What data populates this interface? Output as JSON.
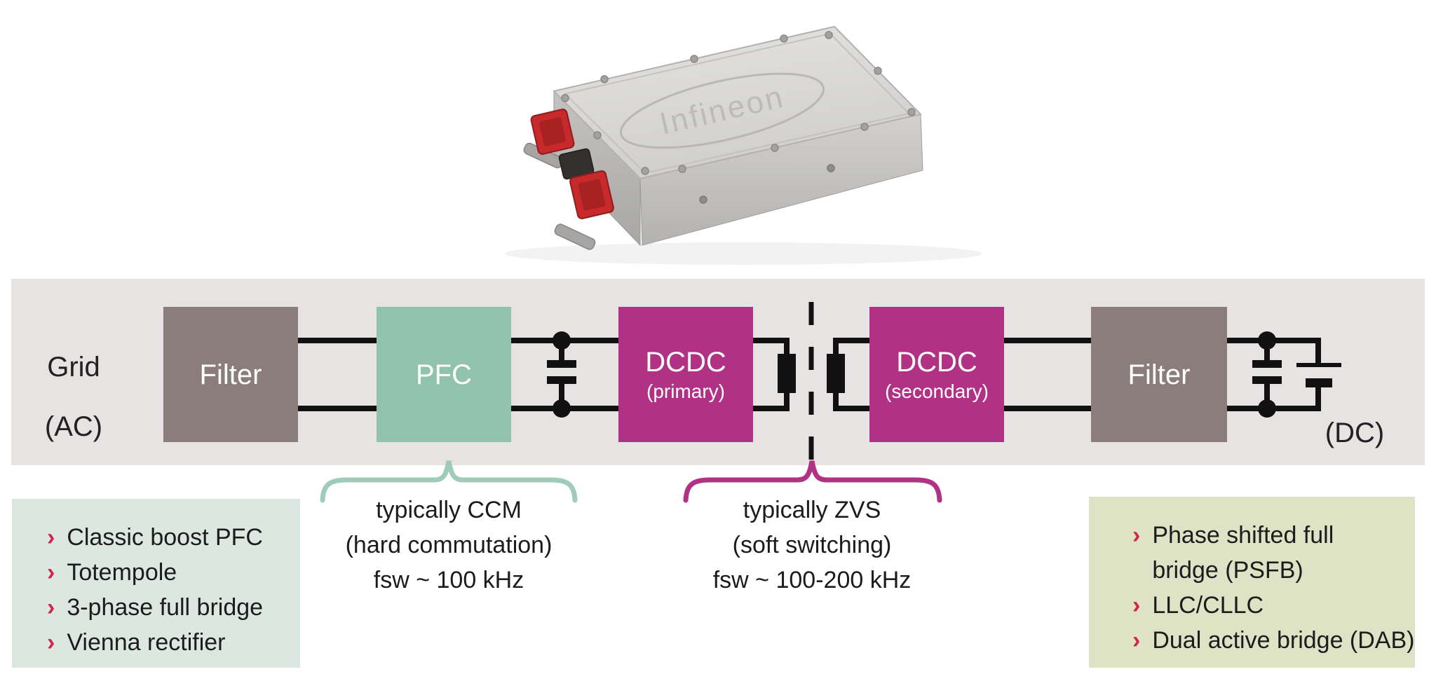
{
  "photo": {
    "logo_text": "Infineon"
  },
  "diagram": {
    "grid_label": {
      "line1": "Grid",
      "line2": "(AC)"
    },
    "dc_label": "(DC)",
    "blocks": [
      {
        "label": "Filter"
      },
      {
        "label": "PFC"
      },
      {
        "label": "DCDC",
        "sublabel": "(primary)"
      },
      {
        "label": "DCDC",
        "sublabel": "(secondary)"
      },
      {
        "label": "Filter"
      }
    ],
    "symbols": [
      "dc-link-capacitor",
      "isolation-transformer",
      "isolation-barrier-dashed-line",
      "output-capacitor",
      "dc-source-battery"
    ]
  },
  "annotations": {
    "pfc": {
      "lines": [
        "typically CCM",
        "(hard commutation)",
        "fsw ~ 100 kHz"
      ]
    },
    "dcdc": {
      "lines": [
        "typically ZVS",
        "(soft switching)",
        "fsw ~ 100-200 kHz"
      ]
    }
  },
  "lists": {
    "bullet": "›",
    "pfc_topologies": {
      "items": [
        "Classic boost PFC",
        "Totempole",
        "3-phase full bridge",
        "Vienna rectifier"
      ],
      "rows": [
        {
          "bullet": true,
          "text": "Classic boost PFC"
        },
        {
          "bullet": true,
          "text": "Totempole"
        },
        {
          "bullet": true,
          "text": "3-phase full bridge"
        },
        {
          "bullet": true,
          "text": "Vienna rectifier"
        }
      ]
    },
    "dcdc_topologies": {
      "items": [
        "Phase shifted full bridge (PSFB)",
        "LLC/CLLC",
        "Dual active bridge (DAB)"
      ],
      "rows": [
        {
          "bullet": true,
          "text": "Phase shifted full"
        },
        {
          "bullet": false,
          "text": "bridge (PSFB)"
        },
        {
          "bullet": true,
          "text": "LLC/CLLC"
        },
        {
          "bullet": true,
          "text": "Dual active bridge (DAB)"
        }
      ]
    }
  },
  "colors": {
    "band_bg": "#e6e3e2",
    "filter_block": "#8b7d7b",
    "pfc_block": "#90c2ae",
    "dcdc_block": "#b13285",
    "pfc_brace": "#9fcbb9",
    "dcdc_brace": "#b13285",
    "bullet_red": "#d2234a",
    "pfc_list_bg": "#dce7e1",
    "dcdc_list_bg": "#dee3c6",
    "wire": "#111111"
  }
}
